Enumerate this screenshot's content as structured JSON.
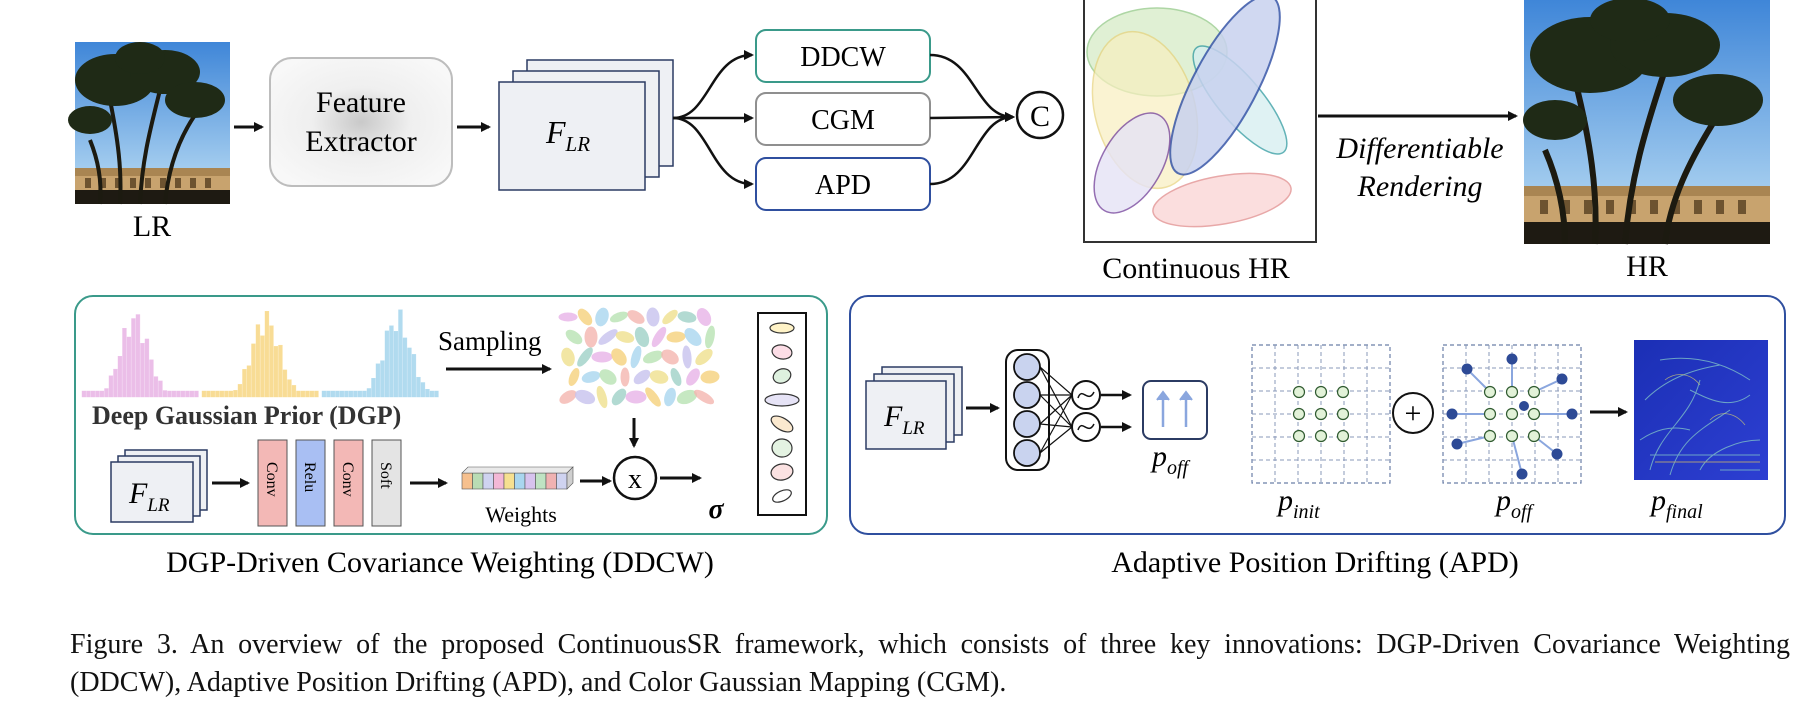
{
  "top": {
    "lr_label": "LR",
    "feature_extractor": [
      "Feature",
      "Extractor"
    ],
    "flr": {
      "main": "F",
      "sub": "LR"
    },
    "modules": [
      "DDCW",
      "CGM",
      "APD"
    ],
    "concat_symbol": "C",
    "rendering": [
      "Differentiable",
      "Rendering"
    ],
    "continuous_hr_label": "Continuous HR",
    "hr_label": "HR"
  },
  "ddcw": {
    "dgp_title": "Deep Gaussian Prior (DGP)",
    "sampling_label": "Sampling",
    "layers": [
      "Conv",
      "Relu",
      "Conv",
      "Soft"
    ],
    "weights_label": "Weights",
    "multiply_symbol": "x",
    "sigma_symbol": "σ",
    "section_title": "DGP-Driven Covariance Weighting (DDCW)"
  },
  "apd": {
    "flr": {
      "main": "F",
      "sub": "LR"
    },
    "p_off": {
      "main": "p",
      "sub": "off"
    },
    "p_init": {
      "main": "p",
      "sub": "init"
    },
    "p_off2": {
      "main": "p",
      "sub": "off"
    },
    "plus_symbol": "+",
    "p_final": {
      "main": "p",
      "sub": "final"
    },
    "section_title": "Adaptive Position Drifting (APD)"
  },
  "caption": "Figure 3.  An overview of the proposed ContinuousSR framework, which consists of three key innovations: DGP-Driven Covariance Weighting (DDCW), Adaptive Position Drifting (APD), and Color Gaussian Mapping (CGM).",
  "colors": {
    "ddcw_border": "#3a9a8a",
    "apd_border": "#2f4f9f",
    "module_ddcw": "#3a9a8a",
    "module_cgm": "#888888",
    "module_apd": "#2f4f9f",
    "hist_pink": "#e9b8e6",
    "hist_yellow": "#f8d98a",
    "hist_blue": "#a9d8ee",
    "conv_fill": "#f3b8b6",
    "relu_fill": "#a9bff3",
    "soft_fill": "#e4e4e4"
  }
}
